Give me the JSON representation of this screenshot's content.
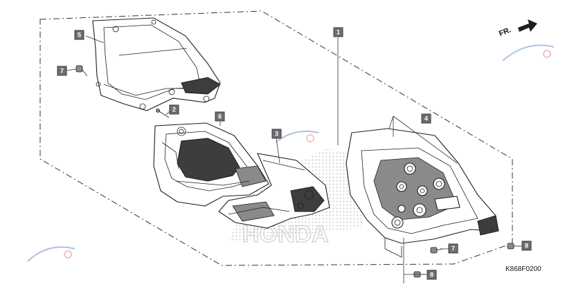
{
  "diagram": {
    "reference_code": "K868F0200",
    "direction_label": "FR.",
    "watermark_text": "HONDA",
    "callouts": [
      {
        "id": "c1",
        "label": "1"
      },
      {
        "id": "c2",
        "label": "2"
      },
      {
        "id": "c3",
        "label": "3"
      },
      {
        "id": "c4",
        "label": "4"
      },
      {
        "id": "c5",
        "label": "5"
      },
      {
        "id": "c6",
        "label": "6"
      },
      {
        "id": "c7a",
        "label": "7"
      },
      {
        "id": "c7b",
        "label": "7"
      },
      {
        "id": "c8a",
        "label": "8"
      },
      {
        "id": "c8b",
        "label": "8"
      }
    ]
  },
  "colors": {
    "callout_fill": "#6e6e6e",
    "line": "#1e1e1e",
    "watermark": "#cfcfcf"
  },
  "icons": [
    "arrow-right-icon",
    "moto-logo-icon"
  ]
}
